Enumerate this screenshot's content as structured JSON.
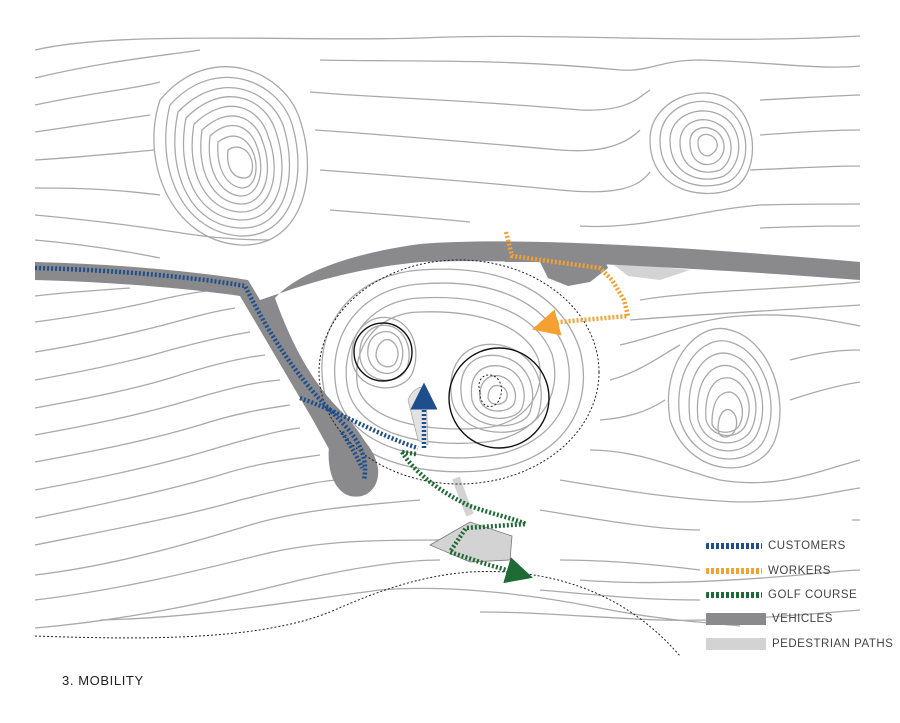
{
  "caption": "3. MOBILITY",
  "colors": {
    "customers": "#1f4e8c",
    "workers": "#f5a030",
    "golf_course": "#1e6b35",
    "vehicles": "#8a8a8d",
    "pedestrian": "#d3d3d3",
    "contour": "#a9a9a9"
  },
  "legend": [
    {
      "key": "customers",
      "label": "CUSTOMERS",
      "style": "dotted"
    },
    {
      "key": "workers",
      "label": "WORKERS",
      "style": "dotted"
    },
    {
      "key": "golf_course",
      "label": "GOLF COURSE",
      "style": "dotted"
    },
    {
      "key": "vehicles",
      "label": "VEHICLES",
      "style": "block"
    },
    {
      "key": "pedestrian",
      "label": "PEDESTRIAN PATHS",
      "style": "block"
    }
  ]
}
